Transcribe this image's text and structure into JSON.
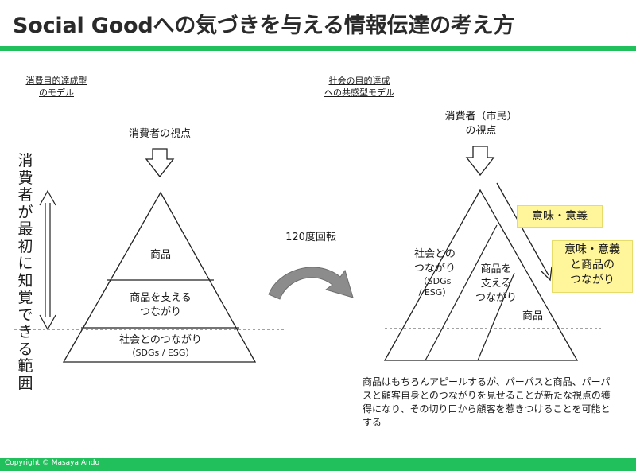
{
  "title": "Social Goodへの気づきを与える情報伝達の考え方",
  "footer": "Copyright ©   Masaya Ando",
  "left": {
    "model_line1": "消費目的達成型",
    "model_line2": "のモデル",
    "viewpoint": "消費者の視点",
    "vertical_label": "消費者が最初に知覚できる範囲",
    "tier_top": "商品",
    "tier_mid_line1": "商品を支える",
    "tier_mid_line2": "つながり",
    "tier_bottom_line1": "社会とのつながり",
    "tier_bottom_line2": "（SDGs / ESG）"
  },
  "rotation_label": "120度回転",
  "right": {
    "model_line1": "社会の目的達成",
    "model_line2": "への共感型モデル",
    "viewpoint_line1": "消費者（市民）",
    "viewpoint_line2": "の視点",
    "region_social_line1": "社会との",
    "region_social_line2": "つながり",
    "region_social_line3": "（SDGs",
    "region_social_line4": "/ ESG）",
    "region_support_line1": "商品を",
    "region_support_line2": "支える",
    "region_support_line3": "つながり",
    "region_product": "商品",
    "box1": "意味・意義",
    "box2_line1": "意味・意義",
    "box2_line2": "と商品の",
    "box2_line3": "つながり"
  },
  "note": "商品はもちろんアピールするが、パーパスと商品、パーパスと顧客自身とのつながりを見せることが新たな視点の獲得になり、その切り口から顧客を惹きつけることを可能とする",
  "colors": {
    "accent_green": "#22c05c",
    "highlight_yellow": "#fff59a",
    "arrow_gray": "#8c8c8c"
  }
}
